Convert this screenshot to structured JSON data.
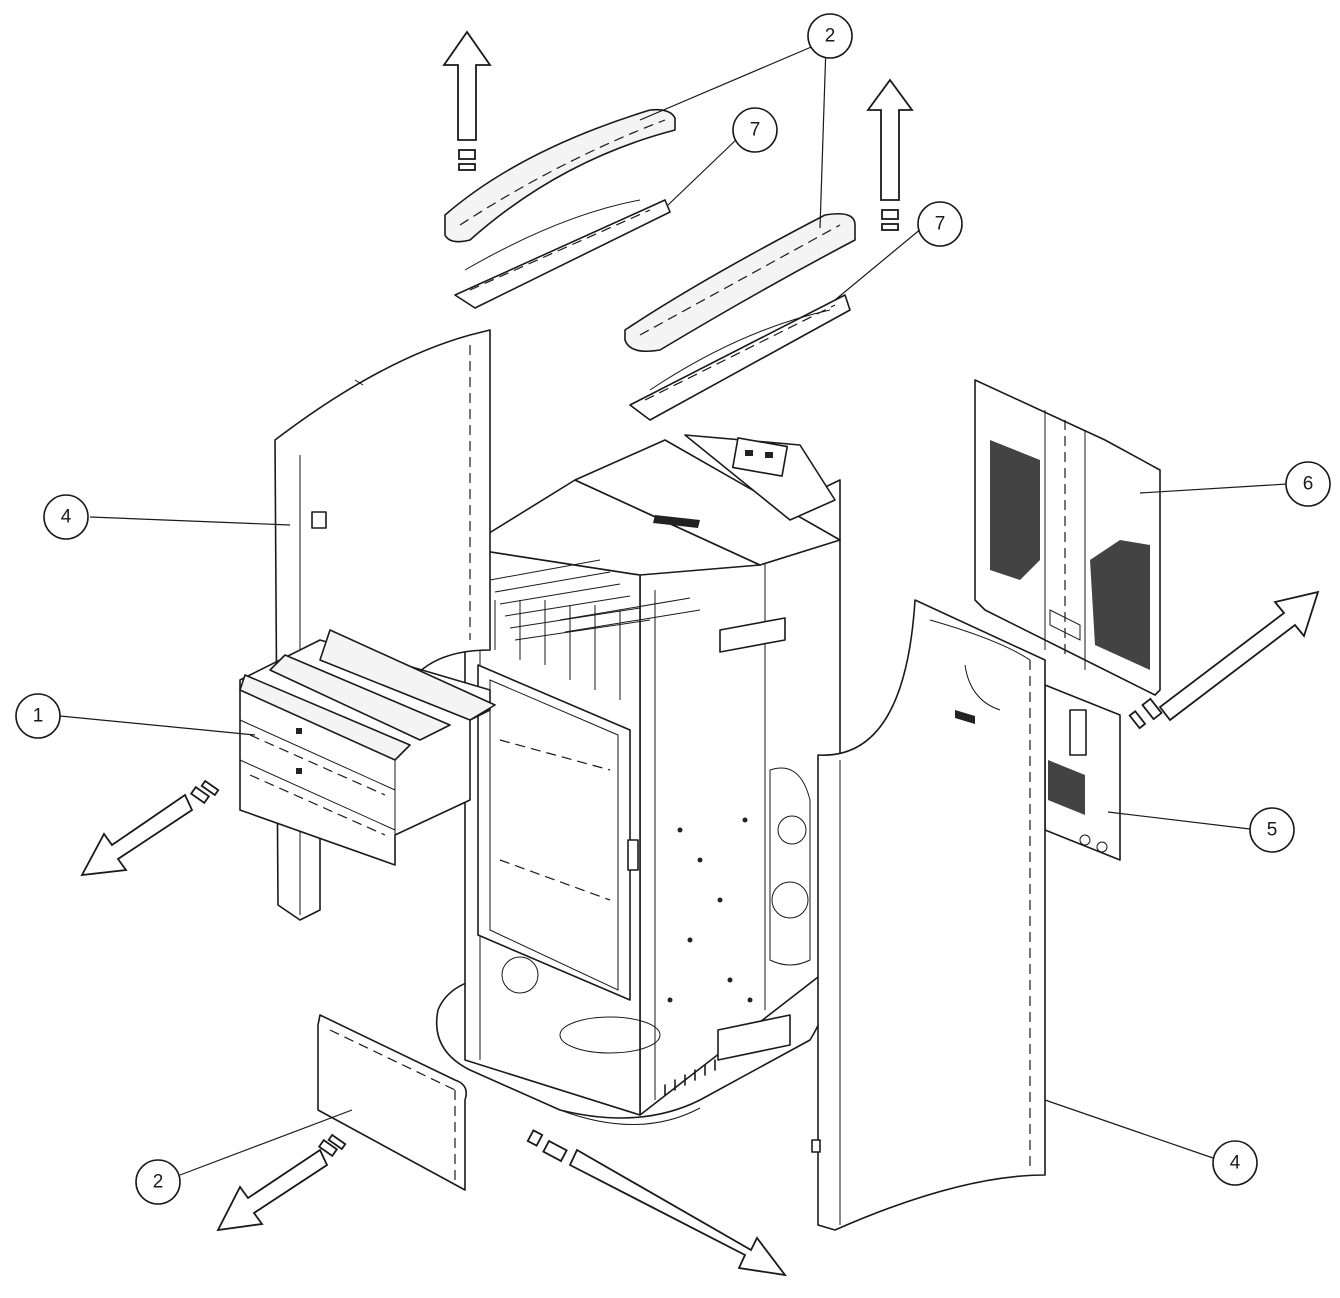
{
  "callouts": [
    {
      "id": "c1",
      "label": "1"
    },
    {
      "id": "c2a",
      "label": "2"
    },
    {
      "id": "c2b",
      "label": "2"
    },
    {
      "id": "c4a",
      "label": "4"
    },
    {
      "id": "c4b",
      "label": "4"
    },
    {
      "id": "c5",
      "label": "5"
    },
    {
      "id": "c6",
      "label": "6"
    },
    {
      "id": "c7a",
      "label": "7"
    },
    {
      "id": "c7b",
      "label": "7"
    }
  ],
  "colors": {
    "stroke": "#1a1a1a",
    "background": "#ffffff"
  }
}
